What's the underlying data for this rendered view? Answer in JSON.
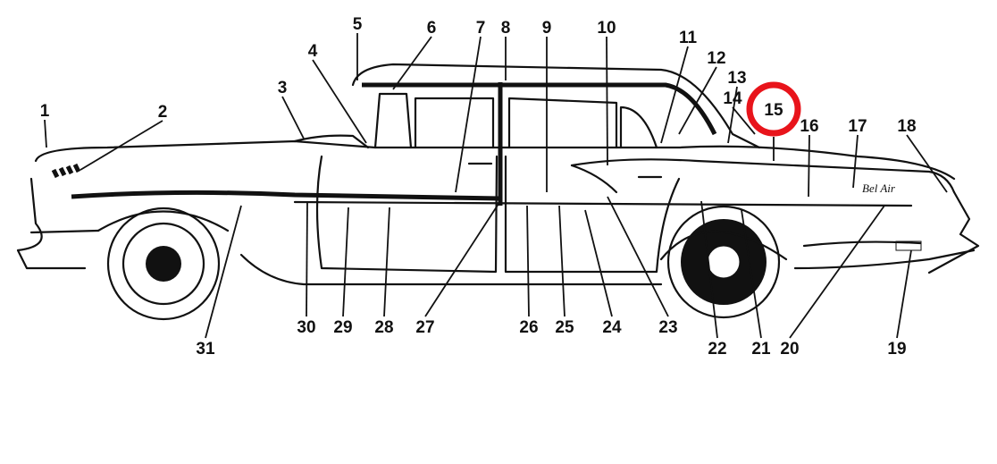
{
  "diagram": {
    "callouts": [
      "1",
      "2",
      "3",
      "4",
      "5",
      "6",
      "7",
      "8",
      "9",
      "10",
      "11",
      "12",
      "13",
      "14",
      "15",
      "16",
      "17",
      "18",
      "19",
      "20",
      "21",
      "22",
      "23",
      "24",
      "25",
      "26",
      "27",
      "28",
      "29",
      "30",
      "31"
    ],
    "highlighted_callout": "15",
    "highlight_color": "#e8141b",
    "emblem_script": "Bel Air"
  }
}
